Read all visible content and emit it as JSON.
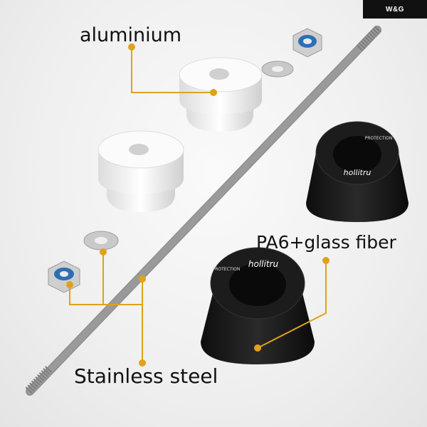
{
  "brand": {
    "text": "W&G"
  },
  "labels": {
    "aluminium": "aluminium",
    "pa6": "PA6+glass fiber",
    "stainless": "Stainless steel"
  },
  "slider_text": {
    "brand": "hollitru",
    "ring": "PROTECTION"
  },
  "colors": {
    "callout": "#e0a21a",
    "black_part": "#1a1a1a",
    "alu_part": "#f4f4f4",
    "rod": "#b9b9b9",
    "nut_ring": "#2e6fb3"
  }
}
